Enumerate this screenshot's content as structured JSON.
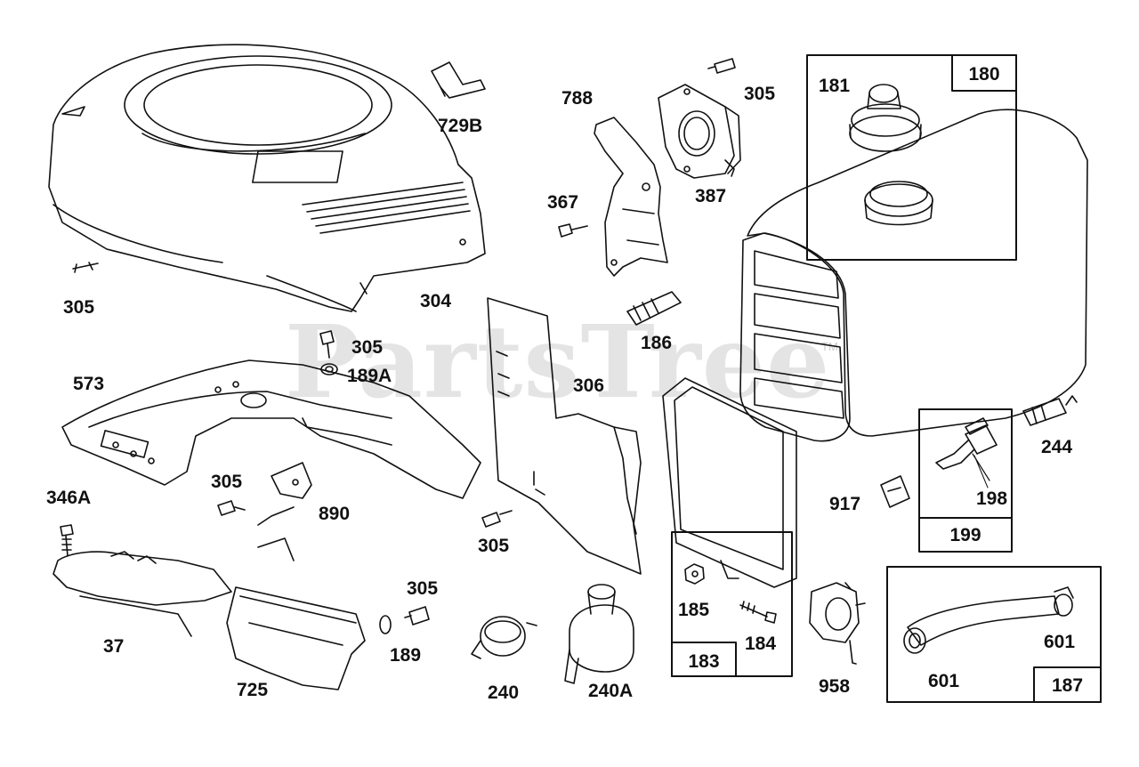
{
  "watermark": {
    "text": "PartsTree",
    "tm": "TM"
  },
  "labels": {
    "l305_a": "305",
    "l304": "304",
    "l729B": "729B",
    "l788": "788",
    "l305_b": "305",
    "l387": "387",
    "l367": "367",
    "l181": "181",
    "l180": "180",
    "l186": "186",
    "l305_c": "305",
    "l189A": "189A",
    "l573": "573",
    "l306": "306",
    "l244": "244",
    "l305_d": "305",
    "l890": "890",
    "l346A": "346A",
    "l305_e": "305",
    "l917": "917",
    "l198": "198",
    "l199": "199",
    "l305_f": "305",
    "l185": "185",
    "l184": "184",
    "l183": "183",
    "l37": "37",
    "l189": "189",
    "l240": "240",
    "l240A": "240A",
    "l725": "725",
    "l958": "958",
    "l601_a": "601",
    "l601_b": "601",
    "l187": "187"
  },
  "colors": {
    "ink": "#111111",
    "watermark": "#cfcfcf",
    "background": "#ffffff"
  }
}
